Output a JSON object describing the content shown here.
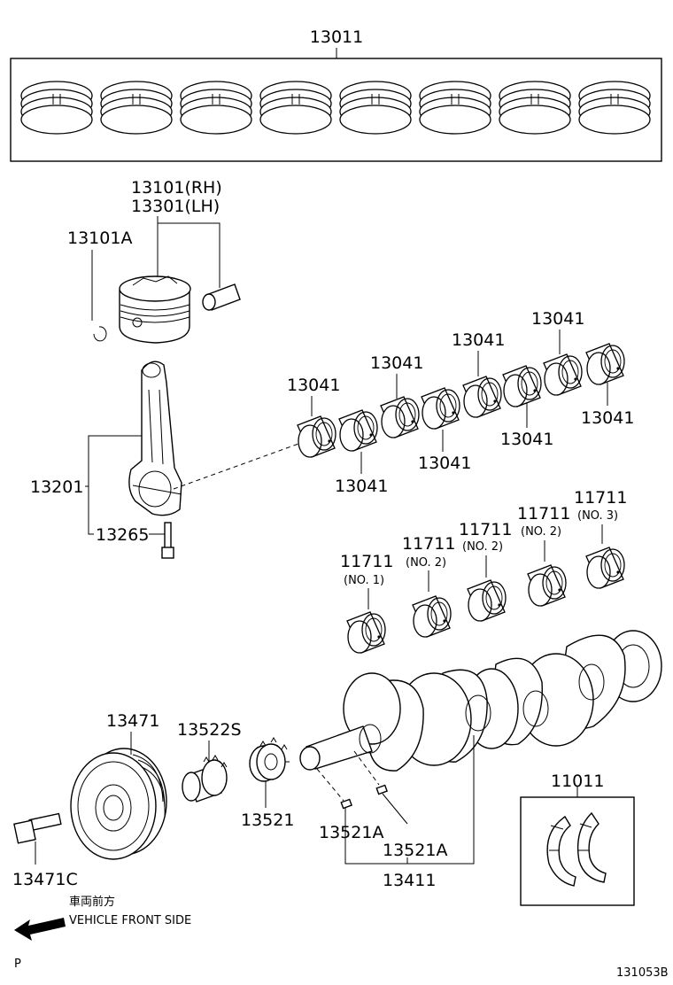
{
  "labels": {
    "rings_set": "13011",
    "piston_rh": "13101(RH)",
    "piston_lh": "13301(LH)",
    "snap_ring": "13101A",
    "conrod": "13201",
    "conrod_bolt": "13265",
    "conrod_bearing": "13041",
    "main_bearing": "11711",
    "no1": "(NO. 1)",
    "no2": "(NO. 2)",
    "no3": "(NO. 3)",
    "pulley": "13471",
    "pulley_bolt": "13471C",
    "crank_gear": "13522S",
    "timing_sprocket": "13521",
    "key_a": "13521A",
    "crankshaft": "13411",
    "thrust_washer_set": "11011"
  },
  "footer": {
    "direction_jp": "車両前方",
    "direction_en": "VEHICLE FRONT SIDE",
    "corner_letter": "P",
    "figure_id": "131053B"
  }
}
